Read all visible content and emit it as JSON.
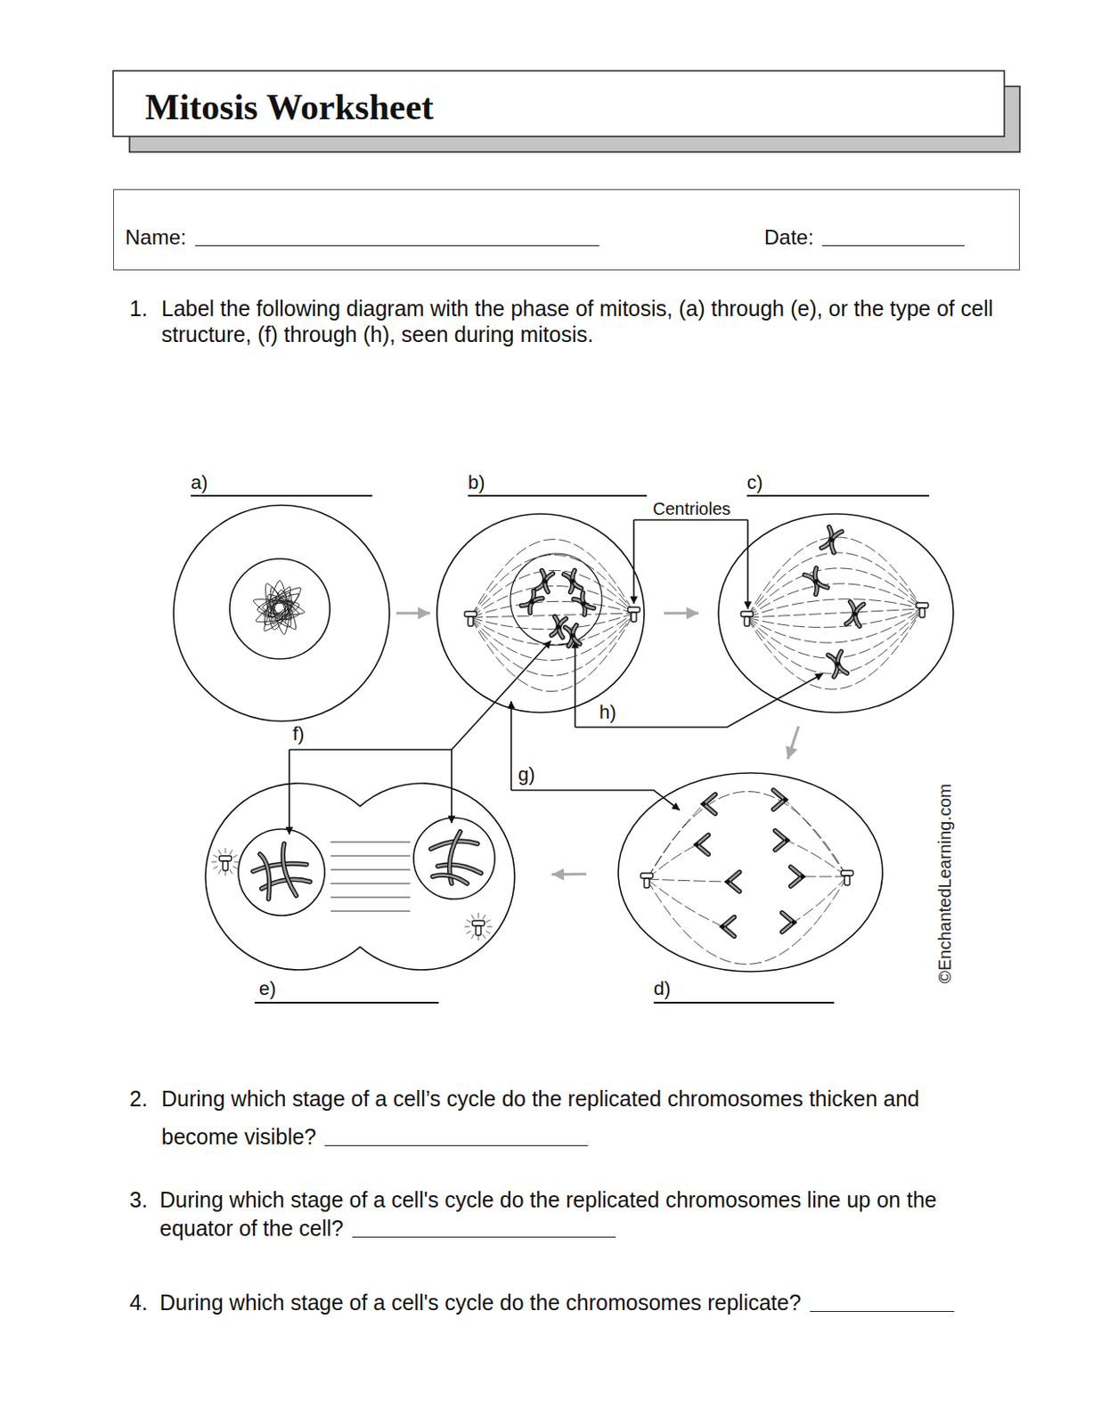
{
  "diagram": {
    "title": "Mitosis Worksheet",
    "nodes": [
      {
        "text": [
          "Name:",
          "Date:"
        ]
      },
      {
        "text": [
          "a)"
        ]
      },
      {
        "text": [
          "b)"
        ]
      },
      {
        "text": [
          "c)"
        ]
      },
      {
        "text": [
          "e)"
        ]
      },
      {
        "text": [
          "d)"
        ]
      }
    ],
    "edges": [
      {
        "from": 1,
        "to": 2,
        "arrow": "to"
      },
      {
        "from": 2,
        "to": 3,
        "arrow": "to"
      },
      {
        "from": 3,
        "to": 5,
        "arrow": "to"
      },
      {
        "from": 5,
        "to": 4,
        "arrow": "to"
      }
    ],
    "labels": [
      "1.",
      "Label the following diagram with the phase of mitosis, (a) through (e), or the type of cell structure, (f) through (h), seen during mitosis.",
      "Centrioles",
      "h)",
      "f)",
      "g)",
      "©EnchantedLearning.com",
      "2.",
      "During which stage of a cell’s cycle do the replicated chromosomes thicken and become visible?",
      "3.",
      "During which stage of a cell's cycle do the replicated chromosomes line up on the equator of the cell?",
      "4.",
      "During which stage of a cell's cycle do the chromosomes replicate?"
    ]
  }
}
